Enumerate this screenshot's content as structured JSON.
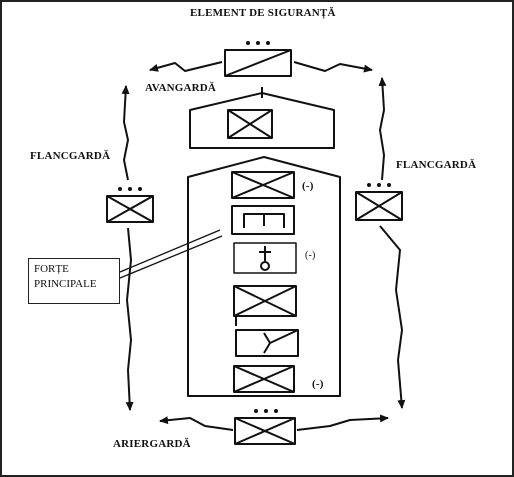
{
  "labels": {
    "security_element": "ELEMENT DE SIGURANȚĂ",
    "vanguard": "AVANGARDĂ",
    "flank_left": "FLANCGARDĂ",
    "flank_right": "FLANCGARDĂ",
    "rearguard": "ARIERGARDĂ",
    "main_forces_line1": "FORȚE",
    "main_forces_line2": "PRINCIPALE"
  },
  "unit_markers": {
    "column_top": "(-)",
    "hq": "(-)",
    "column_bottom": "(-)"
  }
}
